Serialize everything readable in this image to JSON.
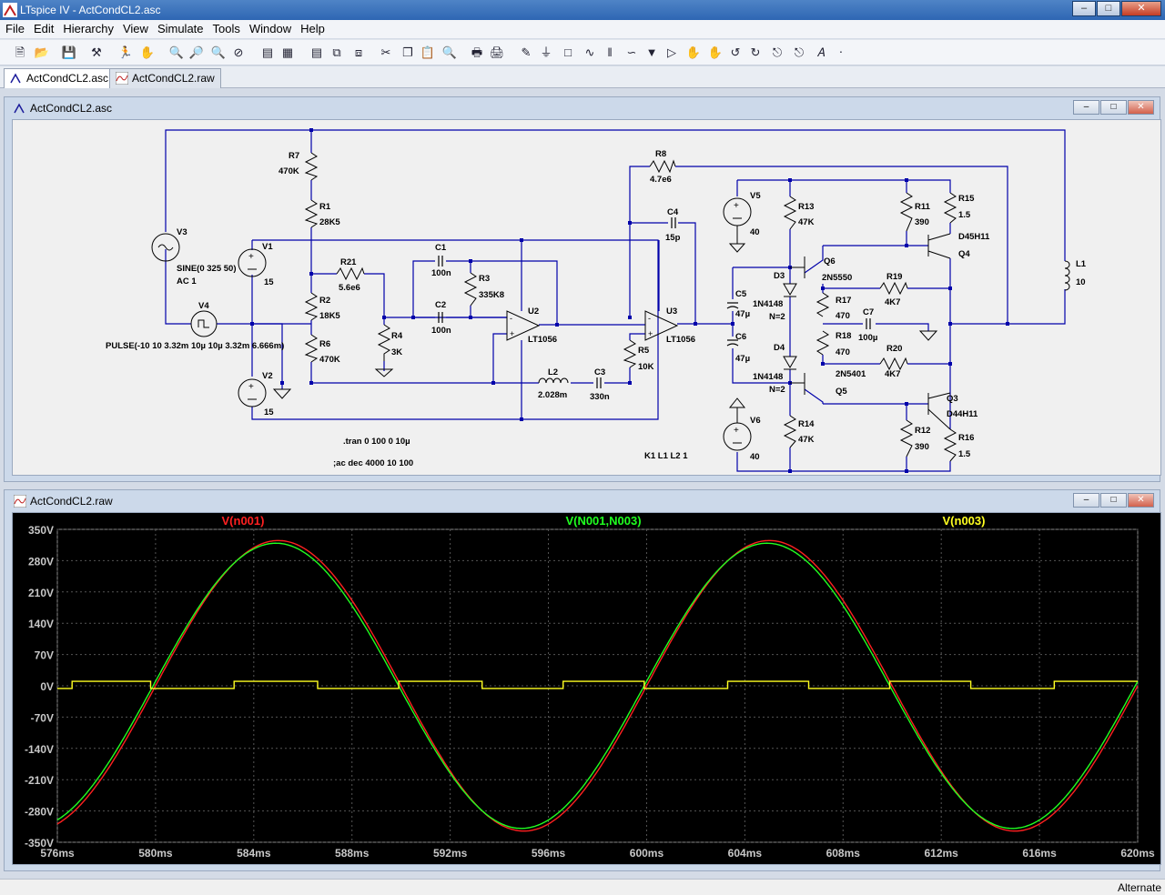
{
  "window": {
    "title": "LTspice IV - ActCondCL2.asc"
  },
  "menu": [
    "File",
    "Edit",
    "Hierarchy",
    "View",
    "Simulate",
    "Tools",
    "Window",
    "Help"
  ],
  "tabs": [
    {
      "label": "ActCondCL2.asc"
    },
    {
      "label": "ActCondCL2.raw"
    }
  ],
  "schematic": {
    "title": "ActCondCL2.asc",
    "labels": {
      "R7": "R7",
      "R7v": "470K",
      "R1": "R1",
      "R1v": "28K5",
      "R21": "R21",
      "R21v": "5.6e6",
      "R2": "R2",
      "R2v": "18K5",
      "R6": "R6",
      "R6v": "470K",
      "R4": "R4",
      "R4v": "3K",
      "C1": "C1",
      "C1v": "100n",
      "R3": "R3",
      "R3v": "335K8",
      "C2": "C2",
      "C2v": "100n",
      "U2": "U2",
      "U2v": "LT1056",
      "L2": "L2",
      "L2v": "2.028m",
      "C3": "C3",
      "C3v": "330n",
      "R8": "R8",
      "R8v": "4.7e6",
      "C4": "C4",
      "C4v": "15p",
      "U3": "U3",
      "U3v": "LT1056",
      "R5": "R5",
      "R5v": "10K",
      "V3": "V3",
      "V3w": "SINE(0 325 50)",
      "V3ac": "AC 1",
      "V1": "V1",
      "V1v": "15",
      "V2": "V2",
      "V2v": "15",
      "V4": "V4",
      "V4w": "PULSE(-10 10 3.32m 10µ 10µ 3.32m 6.666m)",
      "V5": "V5",
      "V5v": "40",
      "V6": "V6",
      "V6v": "40",
      "R13": "R13",
      "R13v": "47K",
      "R14": "R14",
      "R14v": "47K",
      "R11": "R11",
      "R11v": "390",
      "R12": "R12",
      "R12v": "390",
      "R15": "R15",
      "R15v": "1.5",
      "R16": "R16",
      "R16v": "1.5",
      "Q4": "Q4",
      "Q4v": "D45H11",
      "Q3": "Q3",
      "Q3v": "D44H11",
      "Q6": "Q6",
      "Q6v": "2N5550",
      "Q5": "Q5",
      "Q5v": "2N5401",
      "D3": "D3",
      "D3v": "1N4148",
      "D3n": "N=2",
      "D4": "D4",
      "D4v": "1N4148",
      "D4n": "N=2",
      "R17": "R17",
      "R17v": "470",
      "R18": "R18",
      "R18v": "470",
      "R19": "R19",
      "R19v": "4K7",
      "R20": "R20",
      "R20v": "4K7",
      "C7": "C7",
      "C7v": "100µ",
      "C5": "C5",
      "C5v": "47µ",
      "C6": "C6",
      "C6v": "47µ",
      "L1": "L1",
      "L1v": "10"
    },
    "directives": {
      "tran": ".tran 0 100 0 10µ",
      "ac": ";ac dec 4000 10 100",
      "coupling": "K1 L1 L2 1"
    }
  },
  "plot": {
    "title": "ActCondCL2.raw",
    "colors": {
      "red": "#ff2020",
      "green": "#20ff20",
      "yellow": "#ffff20",
      "grid": "#555555"
    }
  },
  "chart_data": {
    "type": "line",
    "xlabel": "",
    "ylabel": "",
    "xlim": [
      576,
      620
    ],
    "ylim": [
      -350,
      350
    ],
    "x_ticks": [
      "576ms",
      "580ms",
      "584ms",
      "588ms",
      "592ms",
      "596ms",
      "600ms",
      "604ms",
      "608ms",
      "612ms",
      "616ms",
      "620ms"
    ],
    "y_ticks": [
      "350V",
      "280V",
      "210V",
      "140V",
      "70V",
      "0V",
      "-70V",
      "-140V",
      "-210V",
      "-280V",
      "-350V"
    ],
    "legend": "top",
    "series": [
      {
        "name": "V(n001)",
        "color": "#ff2020",
        "kind": "sine",
        "amplitude": 325,
        "frequency_hz": 50,
        "phase_zero_ms": 580.0
      },
      {
        "name": "V(N001,N003)",
        "color": "#20ff20",
        "kind": "sine",
        "amplitude": 319,
        "frequency_hz": 50,
        "phase_zero_ms": 579.9
      },
      {
        "name": "V(n003)",
        "color": "#ffff20",
        "kind": "square",
        "x": [
          576,
          576.6,
          576.6,
          579.8,
          579.8,
          583.2,
          583.2,
          586.6,
          586.6,
          589.9,
          589.9,
          593.3,
          593.3,
          596.6,
          596.6,
          599.9,
          599.9,
          603.3,
          603.3,
          606.6,
          606.6,
          609.9,
          609.9,
          613.2,
          613.2,
          616.6,
          616.6,
          620
        ],
        "values": [
          -6,
          -6,
          10,
          10,
          -6,
          -6,
          10,
          10,
          -6,
          -6,
          10,
          10,
          -6,
          -6,
          10,
          10,
          -6,
          -6,
          10,
          10,
          -6,
          -6,
          10,
          10,
          -6,
          -6,
          10,
          10
        ]
      }
    ]
  },
  "status": {
    "text": "Alternate"
  }
}
